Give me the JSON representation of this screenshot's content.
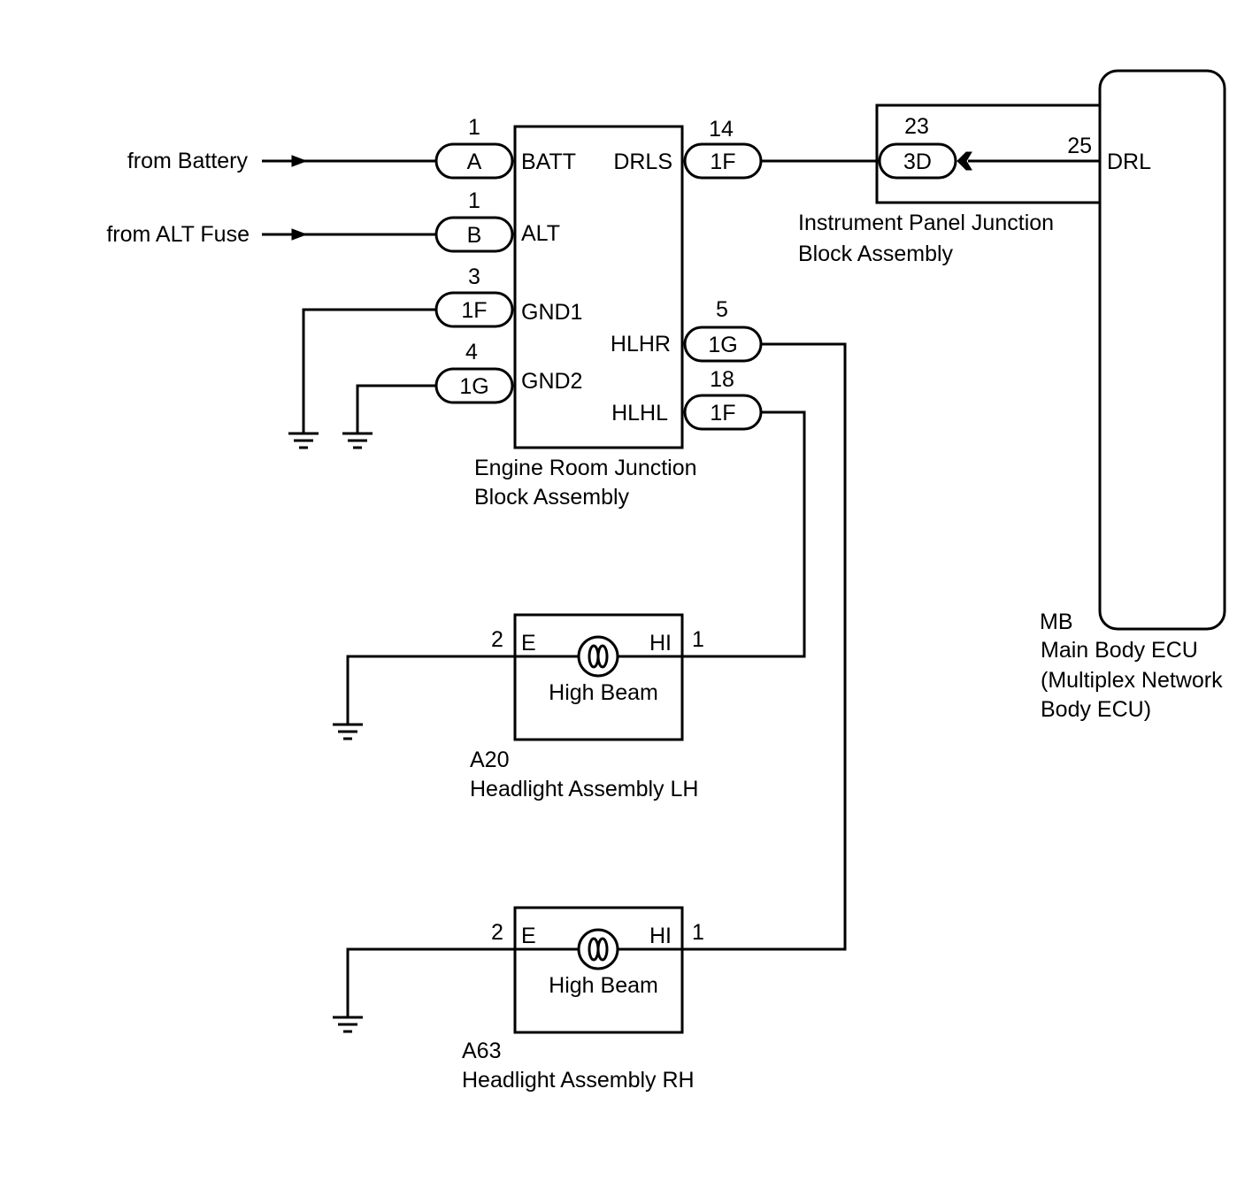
{
  "inputs": {
    "battery_label": "from Battery",
    "alt_fuse_label": "from ALT Fuse"
  },
  "engine_room_jb": {
    "name_line1": "Engine Room Junction",
    "name_line2": "Block Assembly",
    "pins": {
      "batt": {
        "number": "1",
        "connector": "A",
        "label": "BATT"
      },
      "alt": {
        "number": "1",
        "connector": "B",
        "label": "ALT"
      },
      "gnd1": {
        "number": "3",
        "connector": "1F",
        "label": "GND1"
      },
      "gnd2": {
        "number": "4",
        "connector": "1G",
        "label": "GND2"
      },
      "drls": {
        "number": "14",
        "connector": "1F",
        "label": "DRLS"
      },
      "hlhr": {
        "number": "5",
        "connector": "1G",
        "label": "HLHR"
      },
      "hlhl": {
        "number": "18",
        "connector": "1F",
        "label": "HLHL"
      }
    }
  },
  "instrument_panel_jb": {
    "name_line1": "Instrument Panel Junction",
    "name_line2": "Block Assembly",
    "pin": {
      "number": "23",
      "connector": "3D"
    }
  },
  "main_body_ecu": {
    "code": "MB",
    "name_line1": "Main Body ECU",
    "name_line2": "(Multiplex Network",
    "name_line3": "Body ECU)",
    "pin": {
      "number": "25",
      "label": "DRL"
    }
  },
  "headlight_lh": {
    "code": "A20",
    "name": "Headlight Assembly LH",
    "lamp": "High Beam",
    "pin_e": {
      "number": "2",
      "label": "E"
    },
    "pin_hi": {
      "number": "1",
      "label": "HI"
    }
  },
  "headlight_rh": {
    "code": "A63",
    "name": "Headlight Assembly RH",
    "lamp": "High Beam",
    "pin_e": {
      "number": "2",
      "label": "E"
    },
    "pin_hi": {
      "number": "1",
      "label": "HI"
    }
  }
}
